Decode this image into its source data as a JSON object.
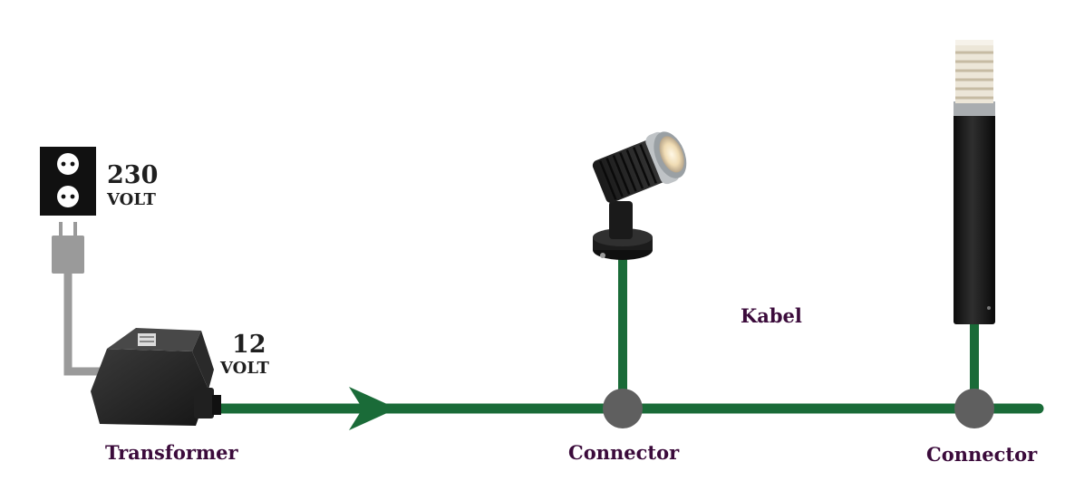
{
  "labels": {
    "mains_value": "230",
    "mains_unit": "VOLT",
    "low_value": "12",
    "low_unit": "VOLT",
    "transformer": "Transformer",
    "connector_1": "Connector",
    "connector_2": "Connector",
    "cable": "Kabel"
  },
  "colors": {
    "cable": "#1a6b38",
    "power_cord": "#9a9a9a",
    "label_purple": "#3b0b3b",
    "connector_node": "#5f5f5f",
    "socket": "#111111"
  },
  "icons": [
    "wall-socket-icon",
    "power-plug-icon",
    "transformer-icon",
    "spotlight-icon",
    "bollard-light-icon"
  ]
}
